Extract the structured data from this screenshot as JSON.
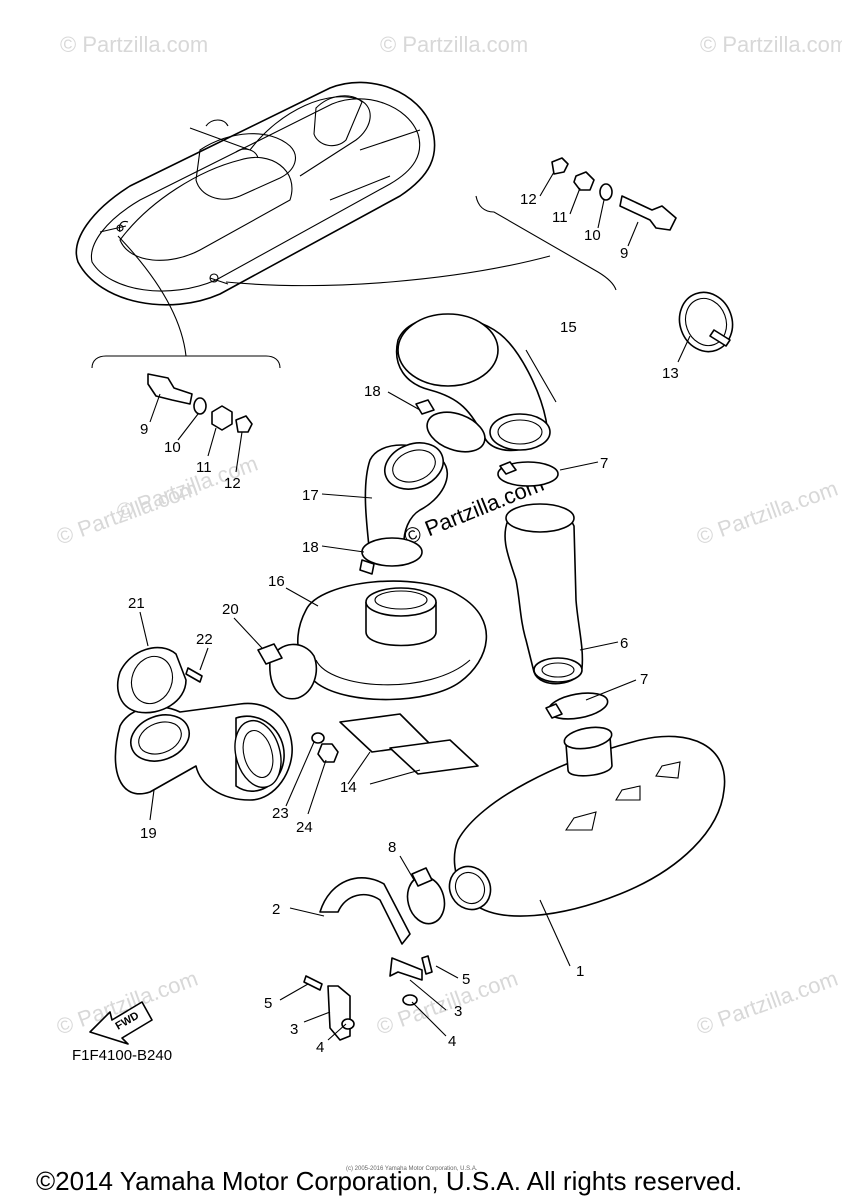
{
  "watermarks": [
    "© Partzilla.com",
    "© Partzilla.com",
    "© Partzilla.com",
    "© Partzilla.com",
    "© Partzilla.com",
    "© Partzilla.com",
    "© Partzilla.com",
    "© Partzilla.com",
    "© Partzilla.com"
  ],
  "center_watermark": "© Partzilla.com",
  "callouts": {
    "c1": "1",
    "c2": "2",
    "c3a": "3",
    "c3b": "3",
    "c4a": "4",
    "c4b": "4",
    "c5a": "5",
    "c5b": "5",
    "c6": "6",
    "c7a": "7",
    "c7b": "7",
    "c8": "8",
    "c9a": "9",
    "c9b": "9",
    "c10a": "10",
    "c10b": "10",
    "c11a": "11",
    "c11b": "11",
    "c12a": "12",
    "c12b": "12",
    "c13": "13",
    "c14": "14",
    "c15": "15",
    "c16": "16",
    "c17": "17",
    "c18a": "18",
    "c18b": "18",
    "c19": "19",
    "c20": "20",
    "c21": "21",
    "c22": "22",
    "c23": "23",
    "c24": "24"
  },
  "fwd_label": "FWD",
  "diagram_code": "F1F4100-B240",
  "tiny_copyright": "(c) 2005-2016 Yamaha Motor Corporation, U.S.A.",
  "copyright": "©2014 Yamaha Motor Corporation, U.S.A. All rights reserved."
}
